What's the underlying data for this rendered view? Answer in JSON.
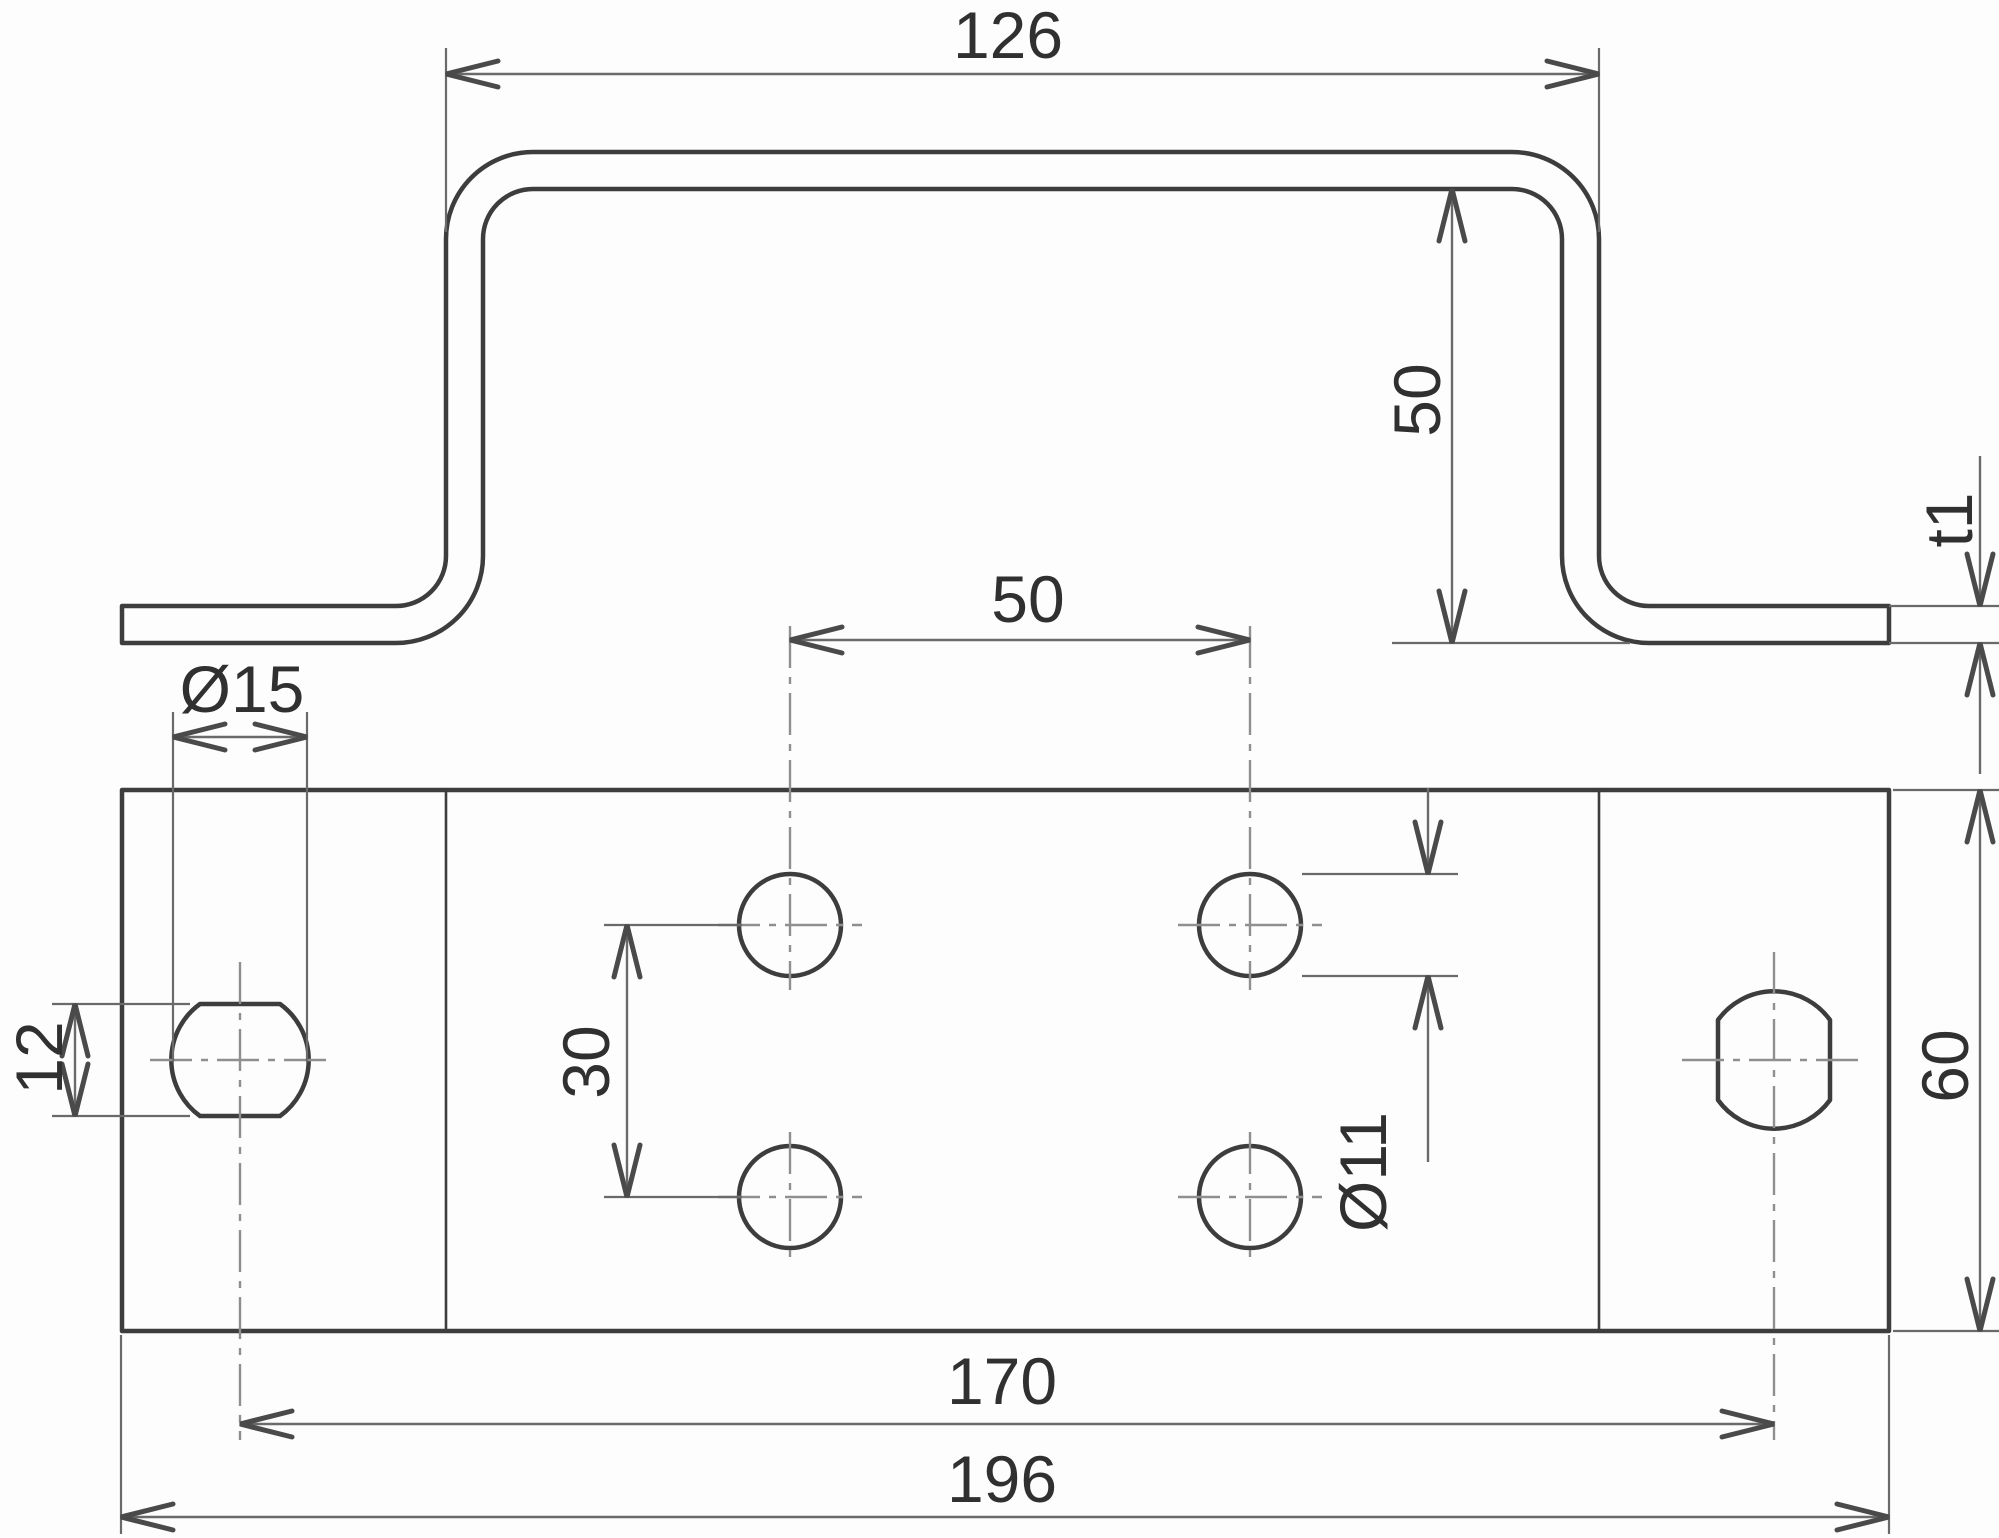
{
  "drawing": {
    "type": "technical-dimension-drawing",
    "views": {
      "profile": "hat-shaped bent sheet profile (front view)",
      "plan": "flat plate with holes (top view)"
    },
    "colors": {
      "bg": "#fdfdfd",
      "part": "#3d3d3d",
      "dim": "#6a6a6a",
      "arrow": "#4a4a4a",
      "centerline": "#8f8f8f",
      "text": "#303030"
    },
    "dimensions": {
      "hat_outer_width": {
        "label": "126"
      },
      "hat_height": {
        "label": "50"
      },
      "sheet_thickness": {
        "label": "t1"
      },
      "hole_spacing_horizontal": {
        "label": "50"
      },
      "slot_diameter": {
        "label": "Ø15"
      },
      "slot_across_flats": {
        "label": "12"
      },
      "hole_spacing_vertical": {
        "label": "30"
      },
      "hole_diameter": {
        "label": "Ø11"
      },
      "plate_depth": {
        "label": "60"
      },
      "slot_center_distance": {
        "label": "170"
      },
      "plate_length": {
        "label": "196"
      }
    }
  }
}
